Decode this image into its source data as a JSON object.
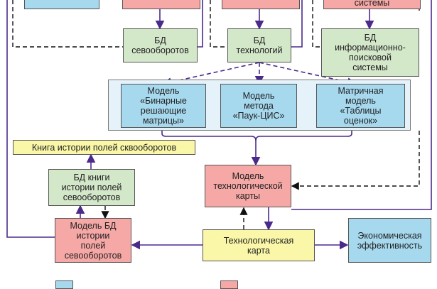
{
  "top_row": [
    {
      "label": ""
    },
    {
      "label": ""
    },
    {
      "label": ""
    },
    {
      "label": "системы"
    }
  ],
  "databases": {
    "rotations": "БД\nсевооборотов",
    "technologies": "БД\nтехнологий",
    "ir_system": "БД\nинформационно-\nпоисковой\nсистемы"
  },
  "models": {
    "binary": "Модель\n«Бинарные\nрешающие\nматрицы»",
    "spider": "Модель\nметода\n«Паук-ЦИС»",
    "matrix": "Матричная\nмодель\n«Таблицы\nоценок»"
  },
  "history_book": "Книга истории полей сквооборотов",
  "history_book_db": "БД книги\nистории полей\nсевооборотов",
  "tech_map_model": "Модель\nтехнологической\nкарты",
  "history_db_model": "Модель БД\nистории\nполей\nсевооборотов",
  "tech_map": "Технологическая\nкарта",
  "economic": "Экономическая\nэффективность",
  "colors": {
    "line": "#4b2a8c",
    "blue": "#a6d8ee",
    "pink": "#f6a8a6",
    "green": "#d3e7c9",
    "yellow": "#fbf7a8"
  }
}
